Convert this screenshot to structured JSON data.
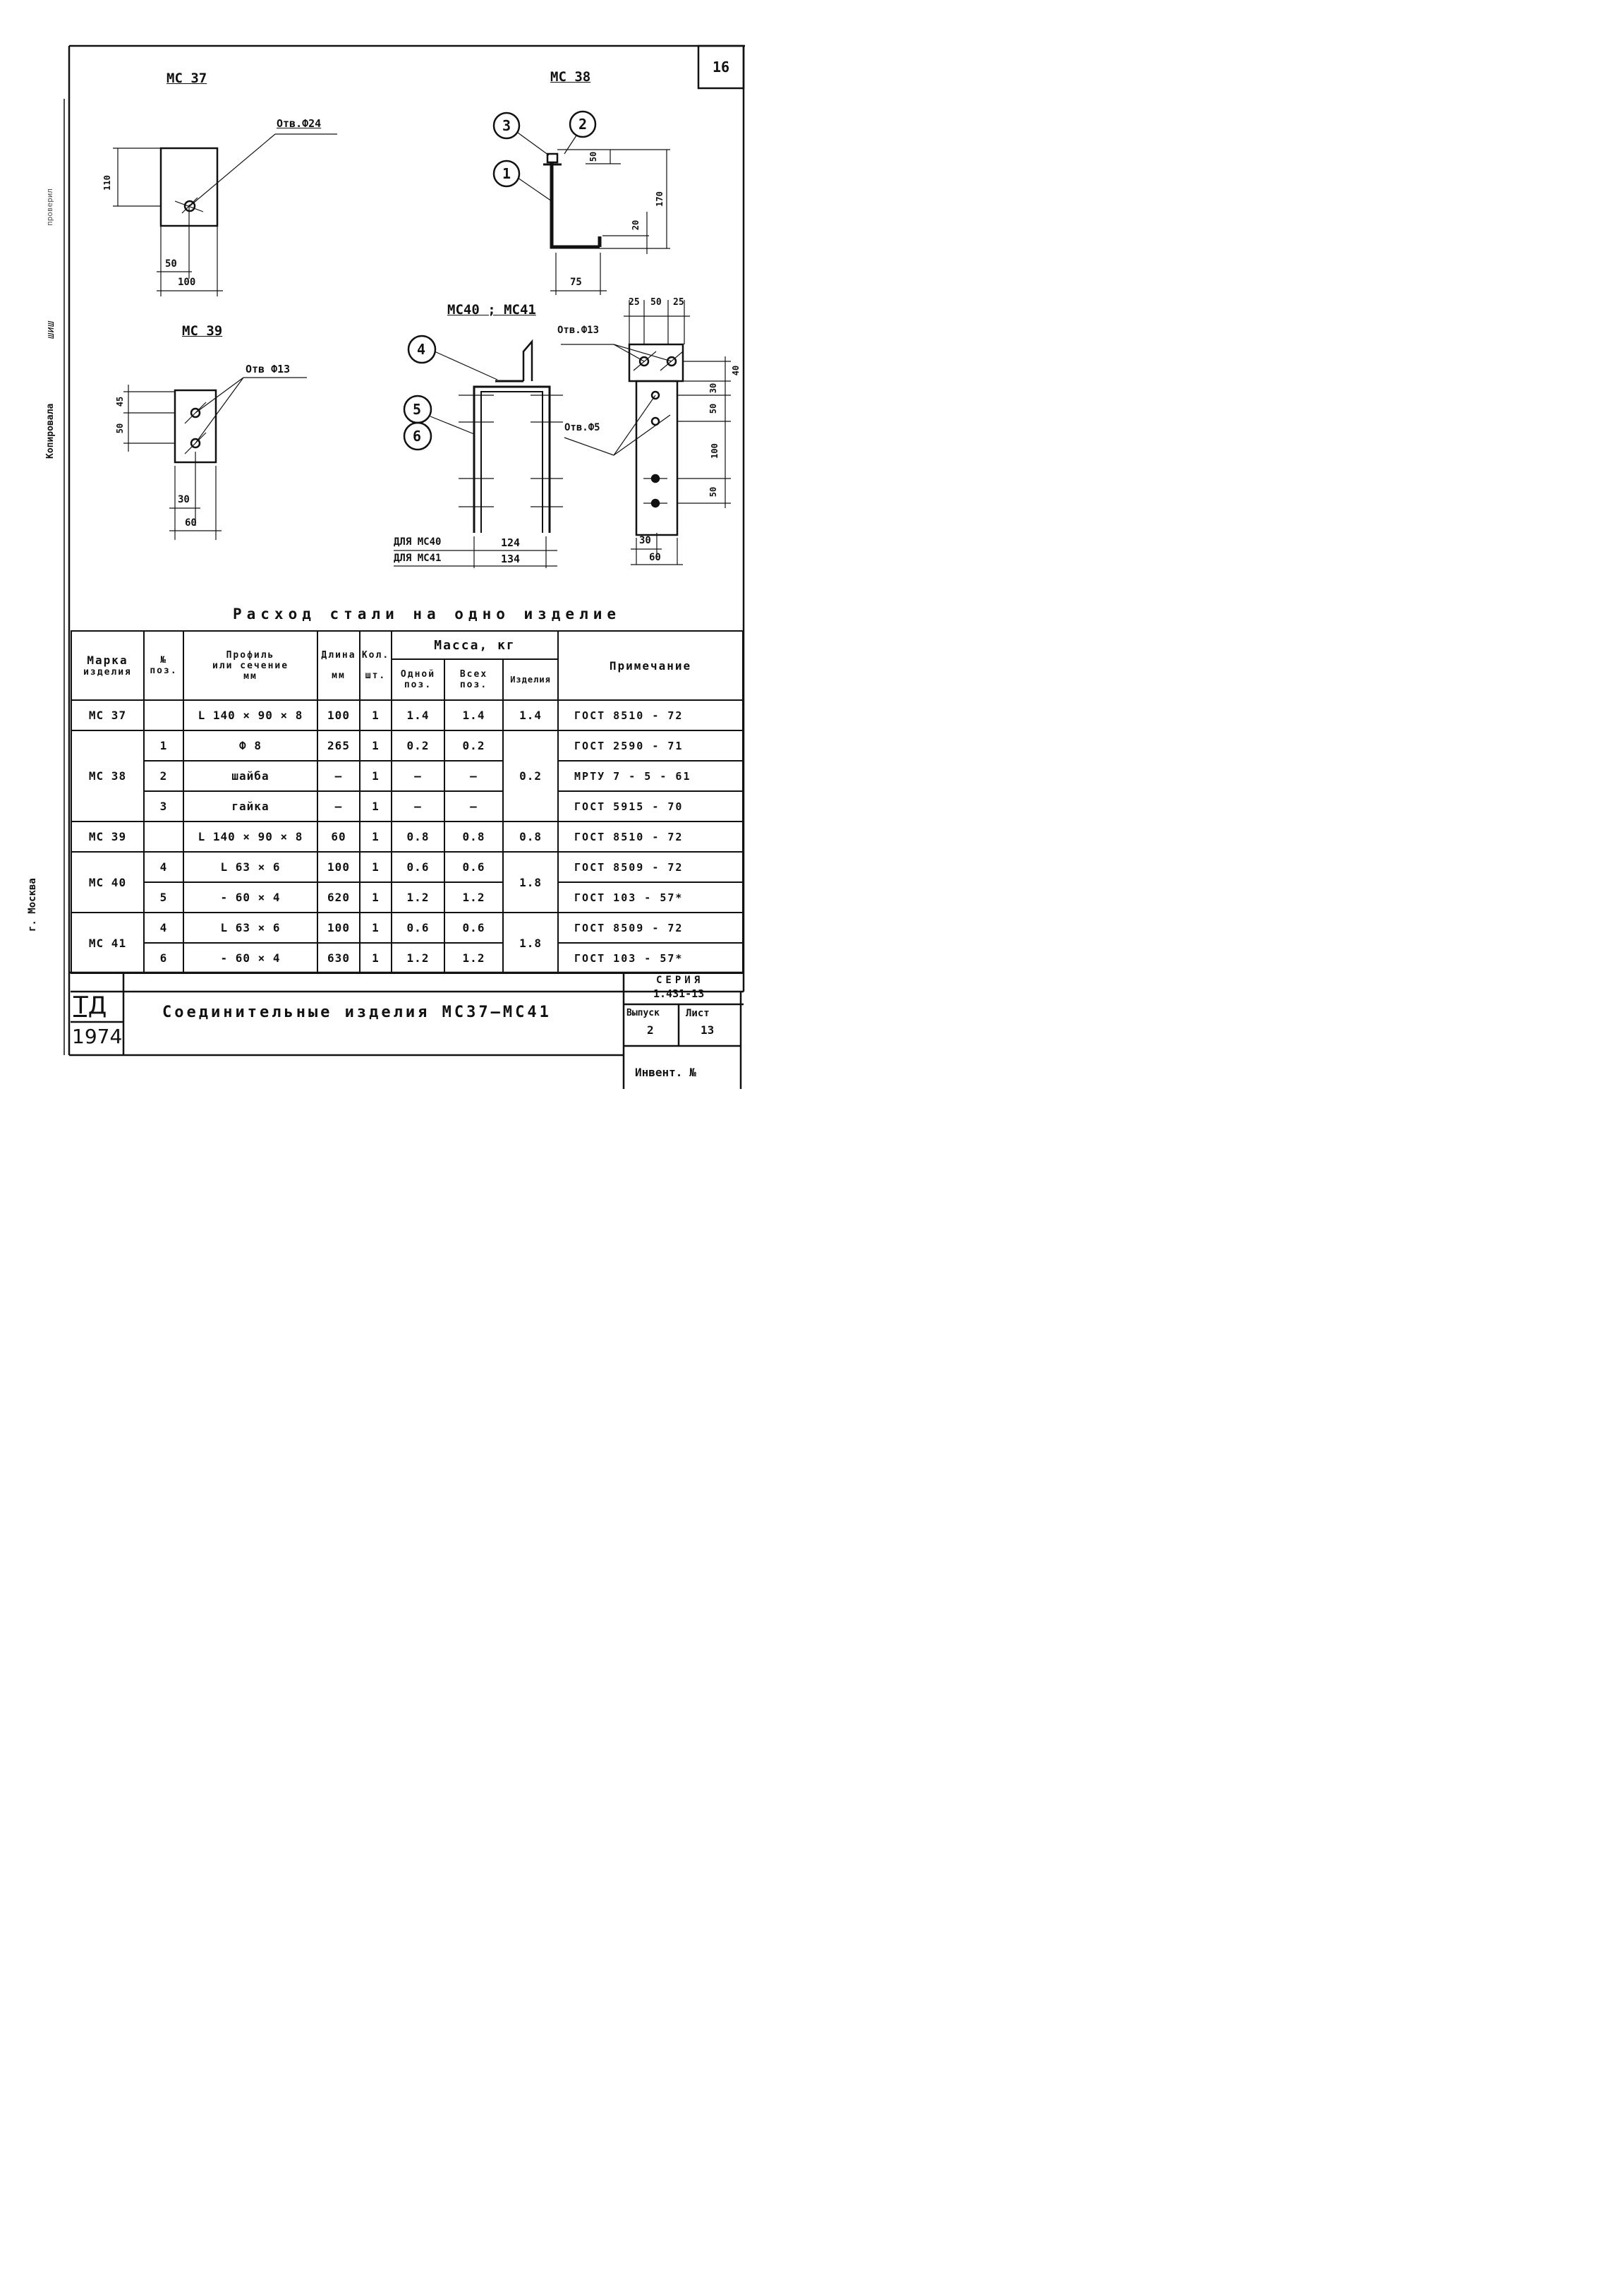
{
  "sheet_number": "16",
  "drawings": {
    "mc37": {
      "title": "МС 37",
      "hole": "Отв.Ф24",
      "height": "110",
      "dim_half": "50",
      "dim_full": "100"
    },
    "mc38": {
      "title": "МС 38",
      "callouts": [
        "1",
        "2",
        "3"
      ],
      "dim_top": "50",
      "dim_total": "170",
      "dim_hook": "20",
      "dim_width": "75"
    },
    "mc39": {
      "title": "МС 39",
      "hole": "Отв Ф13",
      "dim_a": "45",
      "dim_b": "50",
      "dim_half": "30",
      "dim_full": "60"
    },
    "mc40_41": {
      "title": "МС40 ; МС41",
      "callouts": [
        "4",
        "5",
        "6"
      ],
      "for_40_label": "ДЛЯ МС40",
      "for_40_value": "124",
      "for_41_label": "ДЛЯ МС41",
      "for_41_value": "134",
      "hole_large": "Отв.Ф13",
      "hole_small": "Отв.Ф5",
      "top_dims": [
        "25",
        "50",
        "25"
      ],
      "side_dims": [
        "40",
        "30",
        "50",
        "100",
        "50"
      ],
      "bottom_half": "30",
      "bottom_full": "60"
    }
  },
  "table_title": "Расход стали на одно изделие",
  "table": {
    "headers": {
      "mark": [
        "Марка",
        "изделия"
      ],
      "pos": [
        "№",
        "поз."
      ],
      "profile": [
        "Профиль",
        "или сечение",
        "мм"
      ],
      "length": [
        "Длина",
        "мм"
      ],
      "qty": [
        "Кол.",
        "шт."
      ],
      "mass": "Масса, кг",
      "mass_one": [
        "Одной",
        "поз."
      ],
      "mass_all": [
        "Всех",
        "поз."
      ],
      "mass_item": "Изделия",
      "note": "Примечание"
    },
    "rows": [
      {
        "mark": "МС 37",
        "pos": "",
        "profile": "L 140 × 90 × 8",
        "length": "100",
        "qty": "1",
        "one": "1.4",
        "all": "1.4",
        "item": "1.4",
        "note": "ГОСТ  8510 - 72"
      },
      {
        "mark": "МС 38",
        "pos": "1",
        "profile": "Ф 8",
        "length": "265",
        "qty": "1",
        "one": "0.2",
        "all": "0.2",
        "item": "0.2",
        "note": "ГОСТ  2590 - 71"
      },
      {
        "mark": "",
        "pos": "2",
        "profile": "шайба",
        "length": "—",
        "qty": "1",
        "one": "—",
        "all": "—",
        "item": "",
        "note": "МРТУ  7 - 5 - 61"
      },
      {
        "mark": "",
        "pos": "3",
        "profile": "гайка",
        "length": "—",
        "qty": "1",
        "one": "—",
        "all": "—",
        "item": "",
        "note": "ГОСТ  5915 - 70"
      },
      {
        "mark": "МС 39",
        "pos": "",
        "profile": "L 140 × 90 × 8",
        "length": "60",
        "qty": "1",
        "one": "0.8",
        "all": "0.8",
        "item": "0.8",
        "note": "ГОСТ  8510 - 72"
      },
      {
        "mark": "МС 40",
        "pos": "4",
        "profile": "L 63 × 6",
        "length": "100",
        "qty": "1",
        "one": "0.6",
        "all": "0.6",
        "item": "1.8",
        "note": "ГОСТ  8509 - 72"
      },
      {
        "mark": "",
        "pos": "5",
        "profile": "- 60 × 4",
        "length": "620",
        "qty": "1",
        "one": "1.2",
        "all": "1.2",
        "item": "",
        "note": "ГОСТ  103 - 57*"
      },
      {
        "mark": "МС 41",
        "pos": "4",
        "profile": "L 63 × 6",
        "length": "100",
        "qty": "1",
        "one": "0.6",
        "all": "0.6",
        "item": "1.8",
        "note": "ГОСТ  8509 - 72"
      },
      {
        "mark": "",
        "pos": "6",
        "profile": "- 60 × 4",
        "length": "630",
        "qty": "1",
        "one": "1.2",
        "all": "1.2",
        "item": "",
        "note": "ГОСТ  103 - 57*"
      }
    ]
  },
  "title_block": {
    "org": "ТД",
    "year": "1974",
    "title": "Соединительные изделия  МС37—МС41",
    "series_label": "СЕРИЯ",
    "series_value": "1.431-13",
    "issue_label": "Выпуск",
    "issue_value": "2",
    "sheet_label": "Лист",
    "sheet_value": "13",
    "inventory_label": "Инвент. №"
  },
  "margin": {
    "city": "г. Москва",
    "copied": "Копировала",
    "signature": "шиш",
    "checked": "проверил"
  }
}
